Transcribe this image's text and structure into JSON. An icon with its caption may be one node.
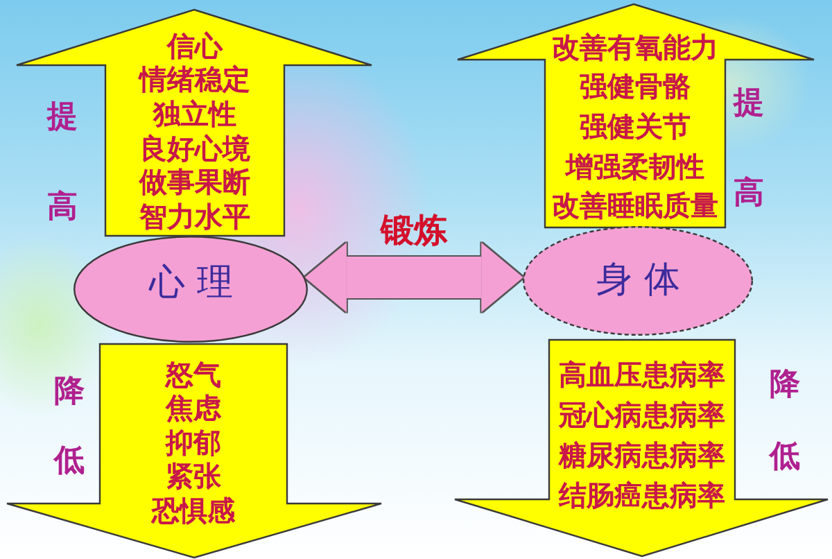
{
  "diagram": {
    "nodes": [
      {
        "text": [
          "信心",
          "情绪稳定",
          "独立性",
          "良好心境",
          "做事果断",
          "智力水平"
        ],
        "beside": [
          "提高"
        ]
      },
      {
        "text": [
          "改善有氧能力",
          "强健骨骼",
          "强健关节",
          "增强柔韧性",
          "改善睡眠质量"
        ],
        "beside": [
          "提高"
        ]
      },
      {
        "text": [
          "心 理"
        ]
      },
      {
        "text": [
          "身 体"
        ]
      },
      {
        "text": [
          "怒气",
          "焦虑",
          "抑郁",
          "紧张",
          "恐惧感"
        ],
        "beside": [
          "降低"
        ]
      },
      {
        "text": [
          "高血压患病率",
          "冠心病患病率",
          "糖尿病患病率",
          "结肠癌患病率"
        ],
        "beside": [
          "降低"
        ]
      }
    ],
    "edges": [
      {
        "from": 2,
        "to": 3,
        "arrow": "both",
        "label": "锻炼"
      }
    ]
  }
}
